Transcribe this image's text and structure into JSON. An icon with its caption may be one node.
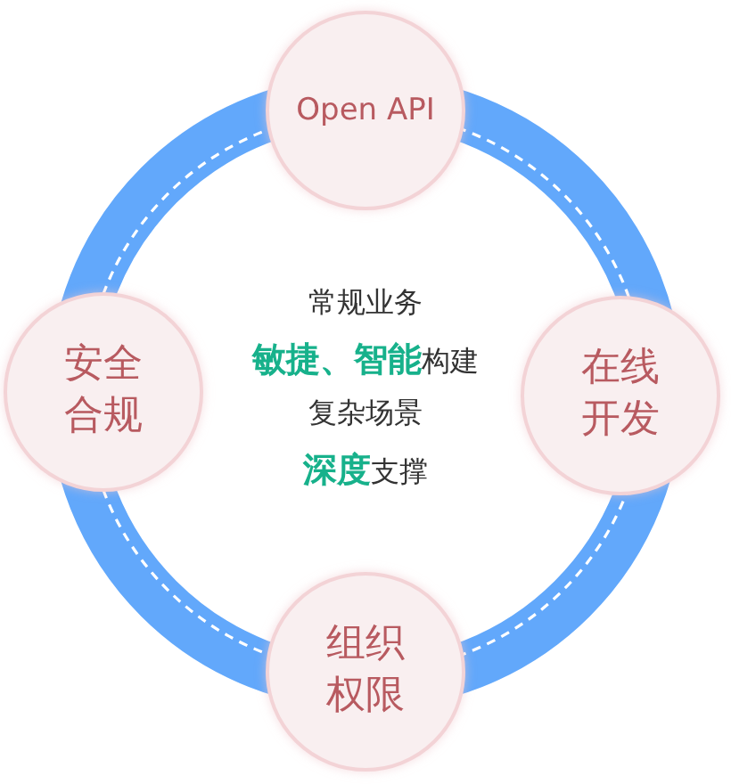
{
  "diagram": {
    "nodes": [
      {
        "text": [
          "Open API"
        ]
      },
      {
        "text": [
          "安全合规"
        ]
      },
      {
        "text": [
          "在线开发"
        ]
      },
      {
        "text": [
          "组织权限"
        ]
      }
    ],
    "labels": [
      "常规业务",
      "**敏捷、智能**构建",
      "复杂场景",
      "**深度**支撑"
    ]
  }
}
